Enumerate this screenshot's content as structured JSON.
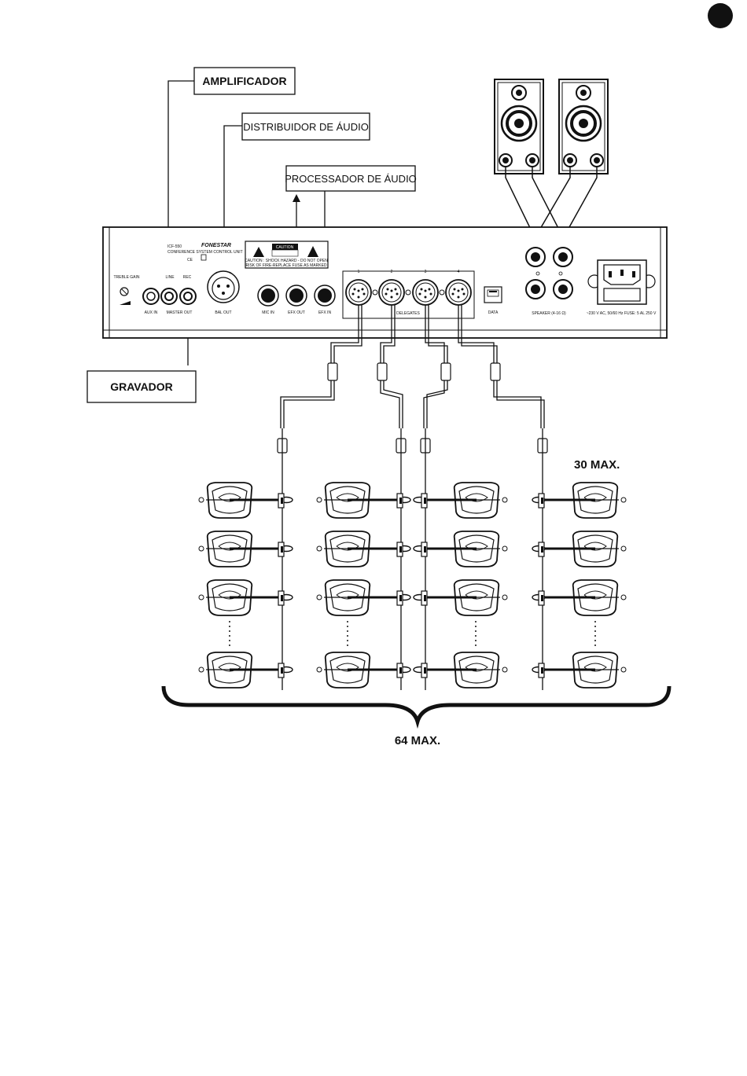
{
  "labels": {
    "amplificador": "AMPLIFICADOR",
    "distribuidor": "DISTRIBUIDOR DE ÁUDIO",
    "processador": "PROCESSADOR DE ÁUDIO",
    "gravador": "GRAVADOR",
    "max_per_line": "30 MAX.",
    "max_total": "64 MAX."
  },
  "panel": {
    "brand": "FONESTAR",
    "model": "ICF-550",
    "model_desc": "CONFERENCE SYSTEM CONTROL UNIT",
    "ce_mark": "CE",
    "caution_title": "CAUTION",
    "caution_line1": "CAUTION : SHOCK HAZARD - DO NOT OPEN",
    "caution_line2": "RISK OF FIRE-REPLACE FUSE AS MARKED",
    "treble_gain": "TREBLE GAIN",
    "line": "LINE",
    "rec": "REC",
    "aux_in": "AUX IN",
    "master_out": "MASTER OUT",
    "bal_out": "BAL OUT",
    "mic_in": "MIC IN",
    "efx_out": "EFX OUT",
    "efx_in": "EFX IN",
    "delegates": "DELEGATES",
    "delegate_numbers": [
      "1",
      "2",
      "3",
      "4"
    ],
    "data": "DATA",
    "speaker": "SPEAKER (4-16 Ω)",
    "power": "~230 V AC, 50/60 Hz FUSE: 5 AL 250 V"
  },
  "colors": {
    "ink": "#111111",
    "paper": "#ffffff"
  }
}
